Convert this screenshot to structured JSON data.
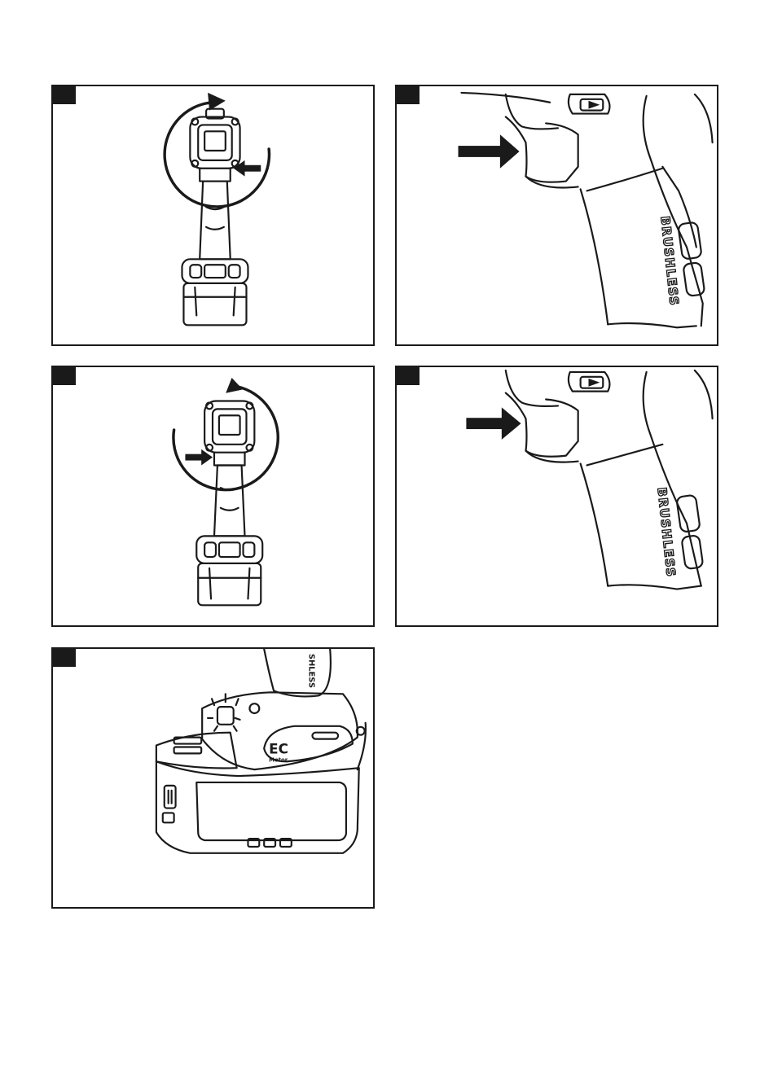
{
  "figures": [
    {
      "id": "fig-1",
      "description_visible": ""
    },
    {
      "id": "fig-2",
      "label": "BRUSHLESS"
    },
    {
      "id": "fig-3",
      "description_visible": ""
    },
    {
      "id": "fig-4",
      "label": "BRUSHLESS"
    },
    {
      "id": "fig-5",
      "badge_big": "EC",
      "badge_small": "Motor",
      "side_text": "SHLESS"
    }
  ],
  "colors": {
    "ink": "#1a1a1a",
    "paper": "#ffffff"
  },
  "icons": [
    "rotation-arrow-icon",
    "push-arrow-icon",
    "play-triangle-icon"
  ]
}
